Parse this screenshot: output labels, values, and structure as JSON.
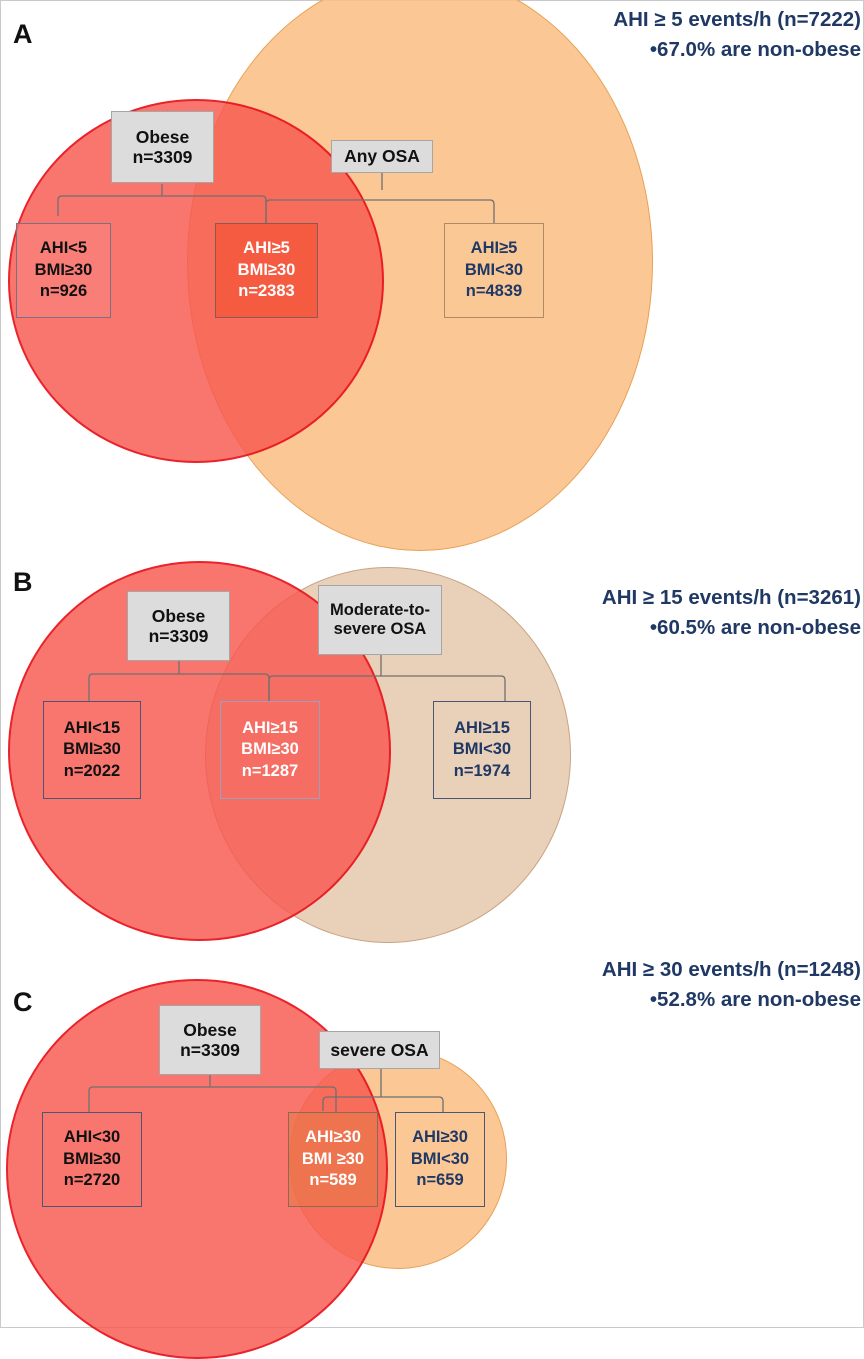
{
  "figure": {
    "title": "Obesity and OSA overlap Venn diagrams",
    "colors": {
      "obese_circle": "#f85850",
      "osa_circle": "#fabe82",
      "moderate_severe_circle": "#e4c7aa",
      "header_text": "#1f3864",
      "title_box": "#dcdcdc"
    }
  },
  "panels": [
    {
      "letter": "A",
      "header": {
        "line1": "AHI ≥ 5 events/h (n=7222)",
        "bullet": "•",
        "line2": "67.0% are non-obese"
      },
      "obese_box": {
        "title": "Obese",
        "count": "n=3309"
      },
      "osa_box": {
        "title": "Any OSA"
      },
      "boxes": [
        {
          "name": "obese-only",
          "ahi": "AHI<5",
          "bmi": "BMI≥30",
          "n": "n=926"
        },
        {
          "name": "overlap",
          "ahi": "AHI≥5",
          "bmi": "BMI≥30",
          "n": "n=2383"
        },
        {
          "name": "osa-only",
          "ahi": "AHI≥5",
          "bmi": "BMI<30",
          "n": "n=4839"
        }
      ]
    },
    {
      "letter": "B",
      "header": {
        "line1": "AHI ≥ 15 events/h (n=3261)",
        "bullet": "•",
        "line2": "60.5% are non-obese"
      },
      "obese_box": {
        "title": "Obese",
        "count": "n=3309"
      },
      "osa_box": {
        "title": "Moderate-to-",
        "title2": "severe OSA"
      },
      "boxes": [
        {
          "name": "obese-only",
          "ahi": "AHI<15",
          "bmi": "BMI≥30",
          "n": "n=2022"
        },
        {
          "name": "overlap",
          "ahi": "AHI≥15",
          "bmi": "BMI≥30",
          "n": "n=1287"
        },
        {
          "name": "osa-only",
          "ahi": "AHI≥15",
          "bmi": "BMI<30",
          "n": "n=1974"
        }
      ]
    },
    {
      "letter": "C",
      "header": {
        "line1": "AHI ≥ 30 events/h (n=1248)",
        "bullet": "•",
        "line2": "52.8% are non-obese"
      },
      "obese_box": {
        "title": "Obese",
        "count": "n=3309"
      },
      "osa_box": {
        "title": "severe OSA"
      },
      "boxes": [
        {
          "name": "obese-only",
          "ahi": "AHI<30",
          "bmi": "BMI≥30",
          "n": "n=2720"
        },
        {
          "name": "overlap",
          "ahi": "AHI≥30",
          "bmi": "BMI ≥30",
          "n": "n=589"
        },
        {
          "name": "osa-only",
          "ahi": "AHI≥30",
          "bmi": "BMI<30",
          "n": "n=659"
        }
      ]
    }
  ],
  "chart_data": {
    "type": "venn",
    "title": "Overlap of obesity (BMI≥30) and OSA severity categories",
    "sets": [
      {
        "panel": "A",
        "threshold": "AHI ≥ 5 events/h",
        "osa_total": 7222,
        "obese_total": 3309,
        "percent_non_obese": 67.0,
        "obese_only": 926,
        "overlap": 2383,
        "osa_only": 4839
      },
      {
        "panel": "B",
        "threshold": "AHI ≥ 15 events/h",
        "osa_total": 3261,
        "obese_total": 3309,
        "percent_non_obese": 60.5,
        "obese_only": 2022,
        "overlap": 1287,
        "osa_only": 1974
      },
      {
        "panel": "C",
        "threshold": "AHI ≥ 30 events/h",
        "osa_total": 1248,
        "obese_total": 3309,
        "percent_non_obese": 52.8,
        "obese_only": 2720,
        "overlap": 589,
        "osa_only": 659
      }
    ]
  }
}
